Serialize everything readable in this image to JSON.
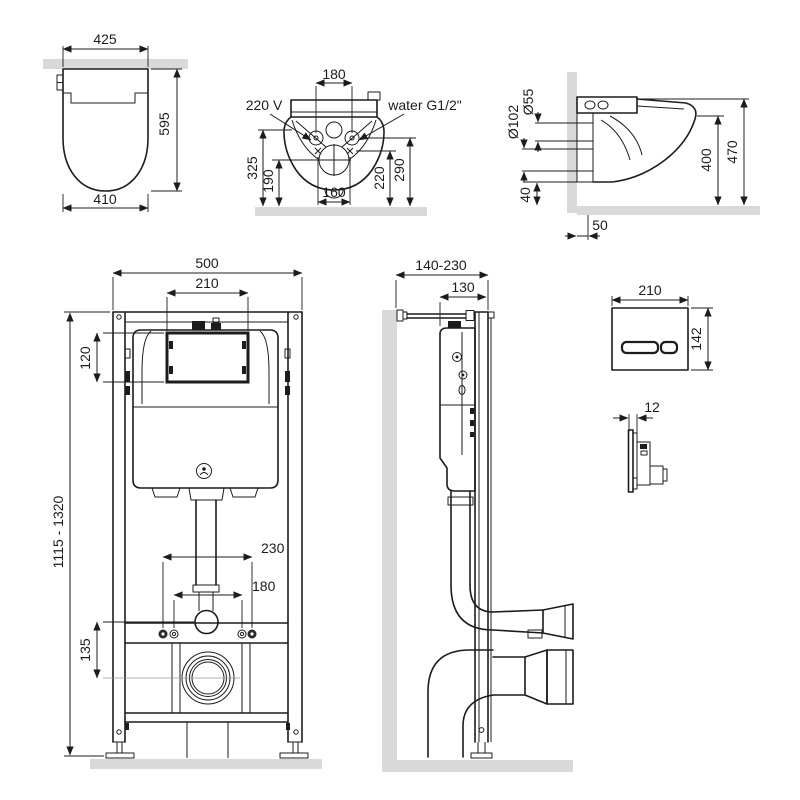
{
  "colors": {
    "background": "#ffffff",
    "line": "#1c1c1c",
    "wall_section": "#d9d9d9"
  },
  "views": {
    "seat_top": {
      "dim_top_width": "425",
      "dim_height": "595",
      "dim_bottom_width": "410"
    },
    "bowl_front": {
      "label_power": "220 V",
      "label_water": "water G1/2\"",
      "dim_bolt_spacing": "180",
      "dim_height_left_outer": "325",
      "dim_height_left_inner": "190",
      "dim_drain_spacing": "160",
      "dim_height_right_inner": "220",
      "dim_height_right_outer": "290"
    },
    "bowl_side": {
      "dim_waste_diameter": "Ø102",
      "dim_supply_diameter": "Ø55",
      "dim_rim_height": "400",
      "dim_total_height": "470",
      "dim_bottom_clearance": "40",
      "dim_wall_offset": "50"
    },
    "frame_front": {
      "dim_frame_width": "500",
      "dim_window_width": "210",
      "dim_window_height": "120",
      "dim_install_height": "1115 - 1320",
      "dim_outer_bolt_spacing": "230",
      "dim_inner_bolt_spacing": "180",
      "dim_waste_drop": "135"
    },
    "frame_side": {
      "dim_depth_range": "140-230",
      "dim_frame_depth": "130"
    },
    "flush_plate_front": {
      "dim_width": "210",
      "dim_height": "142"
    },
    "flush_plate_side": {
      "dim_thickness": "12"
    }
  }
}
